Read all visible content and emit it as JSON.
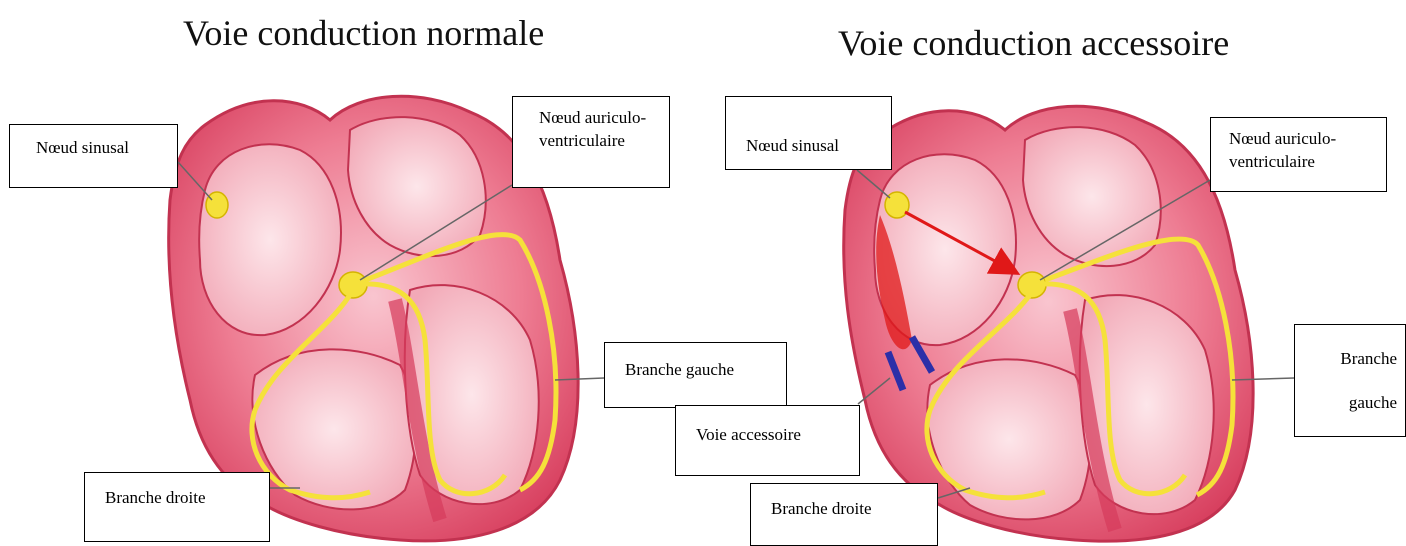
{
  "left_panel": {
    "title": "Voie conduction normale",
    "labels": {
      "sinus_node": "Nœud sinusal",
      "av_node": "Nœud auriculo-ventriculaire",
      "left_branch": "Branche gauche",
      "right_branch": "Branche droite"
    }
  },
  "right_panel": {
    "title": "Voie conduction accessoire",
    "labels": {
      "sinus_node": "Nœud sinusal",
      "av_node": "Nœud auriculo-ventriculaire",
      "left_branch": "Branche gauche",
      "right_branch": "Branche droite",
      "accessory_pathway": "Voie accessoire"
    }
  },
  "colors": {
    "myocardium": "#e8506c",
    "myocardium_light": "#f7b6c2",
    "conduction": "#f5e13a",
    "accessory": "#2b2fa8",
    "arrow": "#e01818"
  }
}
